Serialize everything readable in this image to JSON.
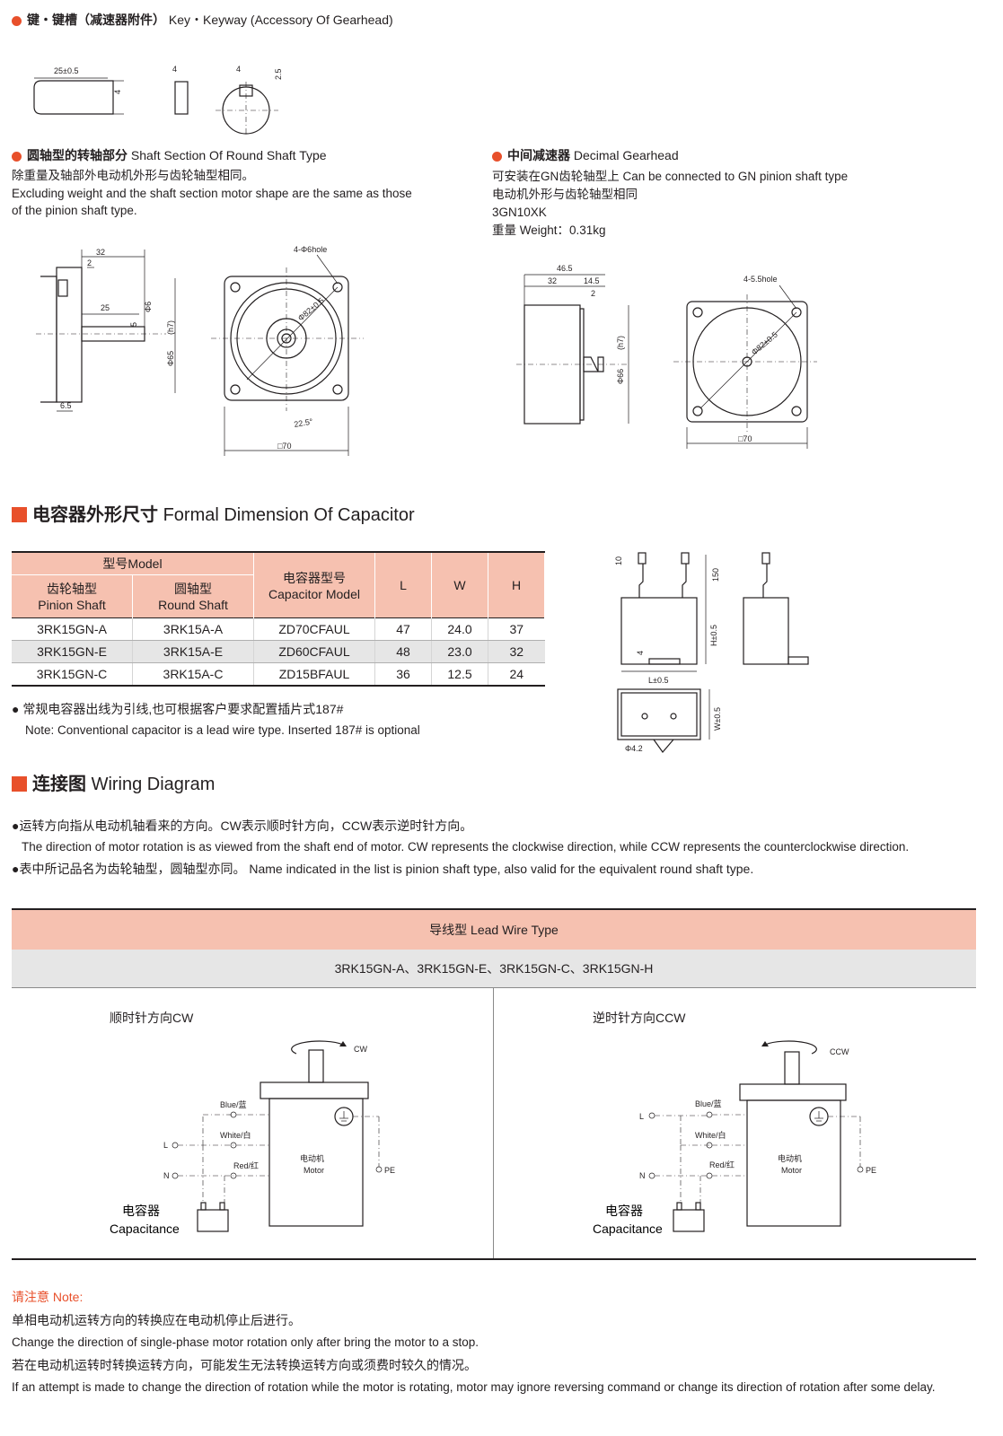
{
  "key_section": {
    "title_cn": "键・键槽（减速器附件）",
    "title_en": "Key・Keyway (Accessory Of Gearhead)",
    "dims": [
      "25±0.5",
      "4",
      "4",
      "4",
      "2.5"
    ]
  },
  "round_shaft": {
    "title_cn": "圆轴型的转轴部分",
    "title_en": "Shaft Section Of Round Shaft Type",
    "desc_cn": "除重量及轴部外电动机外形与齿轮轴型相同。",
    "desc_en_1": "Excluding weight and the shaft section motor shape are the same as those",
    "desc_en_2": "of the pinion shaft type.",
    "dims": {
      "d32": "32",
      "d2": "2",
      "d25": "25",
      "d5": "5",
      "phi6": "Φ6",
      "phi65": "Φ65",
      "d65": "6.5",
      "hole": "4-Φ6hole",
      "phi82": "Φ82±0.5",
      "angle": "22.5°",
      "sq70": "□70",
      "h7": "(h7)"
    }
  },
  "decimal_gearhead": {
    "title_cn": "中间减速器",
    "title_en": "Decimal Gearhead",
    "line1": "可安装在GN齿轮轴型上 Can be connected to GN pinion shaft type",
    "line2": "电动机外形与齿轮轴型相同",
    "line3": "3GN10XK",
    "line4": "重量 Weight：0.31kg",
    "dims": {
      "d465": "46.5",
      "d32": "32",
      "d145": "14.5",
      "d2": "2",
      "phi66": "Φ66",
      "h7": "(h7)",
      "hole": "4-5.5hole",
      "phi82": "Φ82±0.5",
      "sq70": "□70"
    }
  },
  "capacitor": {
    "title_cn": "电容器外形尺寸",
    "title_en": "Formal Dimension Of Capacitor",
    "header_model": "型号Model",
    "header_pinion_cn": "齿轮轴型",
    "header_pinion_en": "Pinion Shaft",
    "header_round_cn": "圆轴型",
    "header_round_en": "Round Shaft",
    "header_cap_cn": "电容器型号",
    "header_cap_en": "Capacitor Model",
    "header_l": "L",
    "header_w": "W",
    "header_h": "H",
    "rows": [
      {
        "pinion": "3RK15GN-A",
        "round": "3RK15A-A",
        "cap": "ZD70CFAUL",
        "l": "47",
        "w": "24.0",
        "h": "37"
      },
      {
        "pinion": "3RK15GN-E",
        "round": "3RK15A-E",
        "cap": "ZD60CFAUL",
        "l": "48",
        "w": "23.0",
        "h": "32"
      },
      {
        "pinion": "3RK15GN-C",
        "round": "3RK15A-C",
        "cap": "ZD15BFAUL",
        "l": "36",
        "w": "12.5",
        "h": "24"
      }
    ],
    "note_cn": "常规电容器出线为引线,也可根据客户要求配置插片式187#",
    "note_en": "Note: Conventional capacitor is a lead wire type. Inserted 187# is optional",
    "dims": {
      "d10": "10",
      "d150": "150",
      "h": "H±0.5",
      "d4": "4",
      "l": "L±0.5",
      "w": "W±0.5",
      "phi42": "Φ4.2"
    }
  },
  "wiring": {
    "title_cn": "连接图",
    "title_en": "Wiring Diagram",
    "note1_cn": "●运转方向指从电动机轴看来的方向。CW表示顺时针方向，CCW表示逆时针方向。",
    "note1_en": "The direction of motor rotation is as viewed from the shaft end of motor. CW represents the clockwise direction, while CCW represents the counterclockwise direction.",
    "note2": "●表中所记品名为齿轮轴型，圆轴型亦同。 Name indicated in the list is pinion shaft type, also valid for the equivalent round shaft type.",
    "table_header": "导线型 Lead Wire Type",
    "models": "3RK15GN-A、3RK15GN-E、3RK15GN-C、3RK15GN-H",
    "cw": {
      "title": "顺时针方向CW",
      "arrow": "CW",
      "blue": "Blue/蓝",
      "white": "White/白",
      "red": "Red/红",
      "l": "L",
      "n": "N",
      "pe": "PE",
      "motor_cn": "电动机",
      "motor_en": "Motor",
      "cap_cn": "电容器",
      "cap_en": "Capacitance"
    },
    "ccw": {
      "title": "逆时针方向CCW",
      "arrow": "CCW",
      "blue": "Blue/蓝",
      "white": "White/白",
      "red": "Red/红",
      "l": "L",
      "n": "N",
      "pe": "PE",
      "motor_cn": "电动机",
      "motor_en": "Motor",
      "cap_cn": "电容器",
      "cap_en": "Capacitance"
    }
  },
  "notes": {
    "title": "请注意 Note:",
    "line1": "单相电动机运转方向的转换应在电动机停止后进行。",
    "line2": "Change the direction of single-phase motor rotation only after bring the motor to a stop.",
    "line3": "若在电动机运转时转换运转方向，可能发生无法转换运转方向或须费时较久的情况。",
    "line4": "If an attempt is made to change the direction of rotation while the motor is rotating, motor may ignore reversing command or change its direction of rotation after some delay."
  },
  "colors": {
    "accent": "#e8502b",
    "header_bg": "#f6c1b0",
    "row_grey": "#e6e6e6",
    "note_title": "#e8502b"
  }
}
